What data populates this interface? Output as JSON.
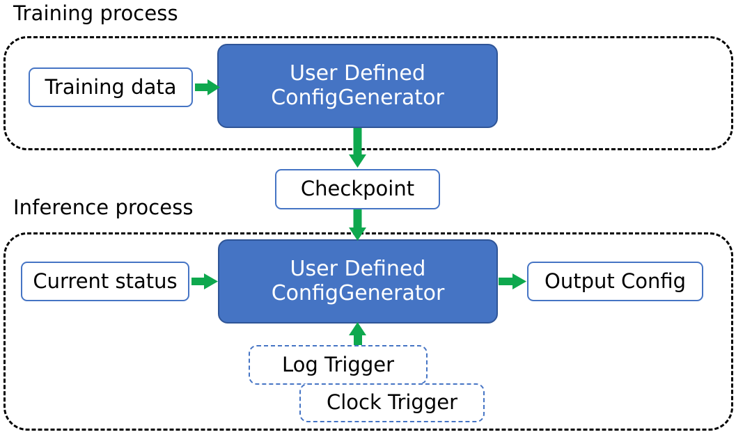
{
  "diagram": {
    "title_training": "Training process",
    "title_inference": "Inference process",
    "colors": {
      "process_blue": "#4574C4",
      "process_blue_border": "#2F5597",
      "arrow_green": "#0EA84E",
      "box_border_blue": "#4574C4",
      "container_dash": "#000000",
      "text_dark": "#000000",
      "text_light": "#FFFFFF"
    },
    "training": {
      "caption": "Training process",
      "input_box": "Training data",
      "process_box": {
        "line1": "User Defined",
        "line2": "ConfigGenerator"
      }
    },
    "checkpoint": {
      "label": "Checkpoint"
    },
    "inference": {
      "caption": "Inference process",
      "input_box": "Current status",
      "process_box": {
        "line1": "User Defined",
        "line2": "ConfigGenerator"
      },
      "output_box": "Output Config",
      "triggers": [
        {
          "label": "Log Trigger"
        },
        {
          "label": "Clock Trigger"
        }
      ]
    },
    "arrows": [
      {
        "name": "training-data-to-generator",
        "direction": "right"
      },
      {
        "name": "training-generator-to-checkpoint",
        "direction": "down"
      },
      {
        "name": "checkpoint-to-inference-generator",
        "direction": "down"
      },
      {
        "name": "current-status-to-generator",
        "direction": "right"
      },
      {
        "name": "generator-to-output-config",
        "direction": "right"
      },
      {
        "name": "triggers-to-generator",
        "direction": "up"
      }
    ]
  }
}
